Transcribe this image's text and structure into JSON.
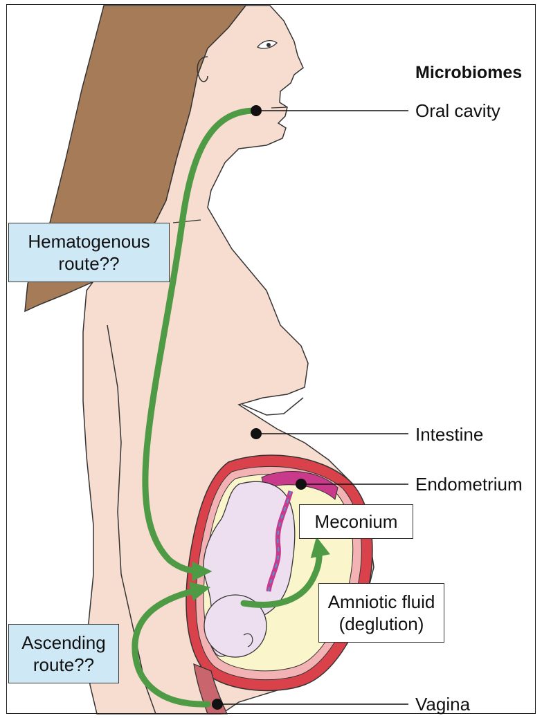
{
  "heading": "Microbiomes",
  "sites": [
    {
      "id": "oral",
      "label": "Oral cavity"
    },
    {
      "id": "intestine",
      "label": "Intestine"
    },
    {
      "id": "endometrium",
      "label": "Endometrium"
    },
    {
      "id": "vagina",
      "label": "Vagina"
    }
  ],
  "routes": {
    "hematogenous": {
      "line1": "Hematogenous",
      "line2": "route??"
    },
    "ascending": {
      "line1": "Ascending",
      "line2": "route??"
    }
  },
  "boxes": {
    "meconium": "Meconium",
    "amniotic": {
      "line1": "Amniotic fluid",
      "line2": "(deglution)"
    }
  },
  "colors": {
    "skin": "#f7dcd0",
    "hair": "#a67c58",
    "route_arrow": "#4f9a45",
    "uterus_wall": "#d9424a",
    "fetus": "#eedff0",
    "amniotic": "#fbf5cc",
    "label_box": "#cfe8f6"
  }
}
